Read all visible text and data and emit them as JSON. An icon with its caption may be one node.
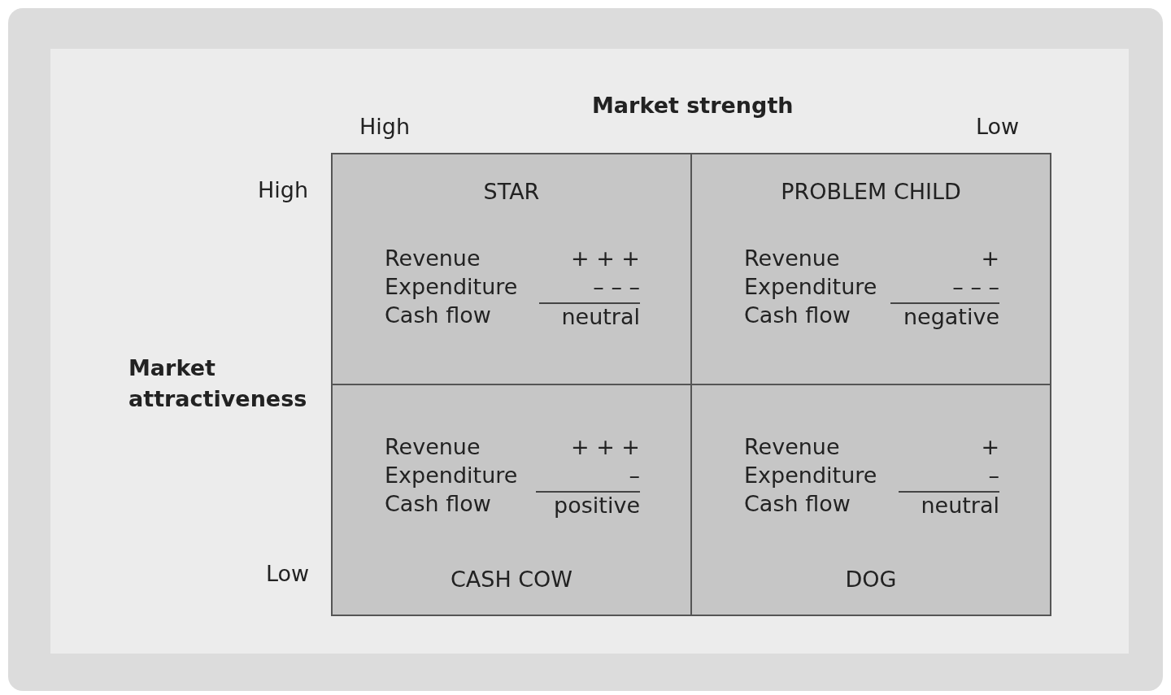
{
  "diagram": {
    "nodes": [
      {
        "text": [
          "STAR",
          "Revenue",
          "+ + +",
          "Expenditure",
          "– – –",
          "Cash flow",
          "neutral"
        ]
      },
      {
        "text": [
          "PROBLEM CHILD",
          "Revenue",
          "+",
          "Expenditure",
          "– – –",
          "Cash flow",
          "negative"
        ]
      },
      {
        "text": [
          "Revenue",
          "+ + +",
          "Expenditure",
          "–",
          "Cash flow",
          "positive",
          "CASH COW"
        ]
      },
      {
        "text": [
          "Revenue",
          "+",
          "Expenditure",
          "–",
          "Cash flow",
          "neutral",
          "DOG"
        ]
      }
    ],
    "edges": [],
    "labels": [
      "Market strength",
      "High",
      "Low",
      "High",
      "Market attractiveness",
      "Low"
    ]
  }
}
